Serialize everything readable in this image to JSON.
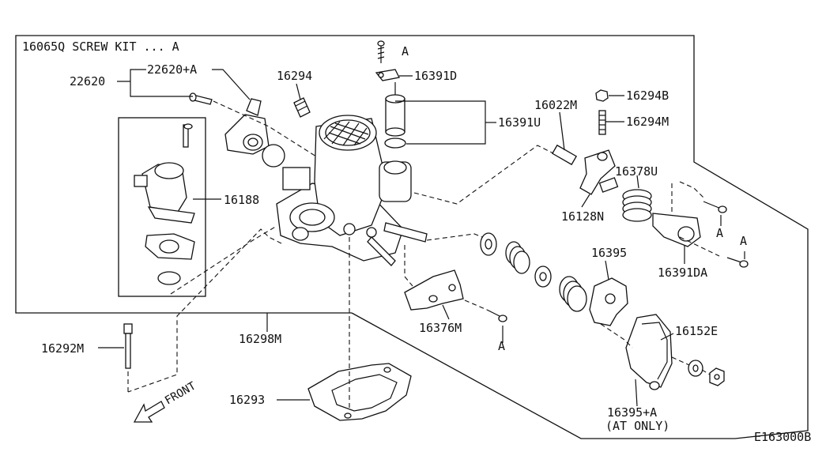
{
  "diagram_id": "E163000B",
  "kit_note": "16065Q SCREW KIT ... A",
  "front_label": "FRONT",
  "callouts": {
    "c22620": "22620",
    "c22620a": "22620+A",
    "c16294": "16294",
    "c16391d": "16391D",
    "a_top": "A",
    "c16391u": "16391U",
    "c16022m": "16022M",
    "c16294b": "16294B",
    "c16294m": "16294M",
    "c16378u": "16378U",
    "c16188": "16188",
    "c16128n": "16128N",
    "a_right1": "A",
    "a_right2": "A",
    "c16391da": "16391DA",
    "c16395": "16395",
    "c16376m": "16376M",
    "a_mid": "A",
    "c16298m": "16298M",
    "c16292m": "16292M",
    "c16152e": "16152E",
    "c16293": "16293",
    "c16395a": "16395+A",
    "at_only": "(AT ONLY)"
  }
}
